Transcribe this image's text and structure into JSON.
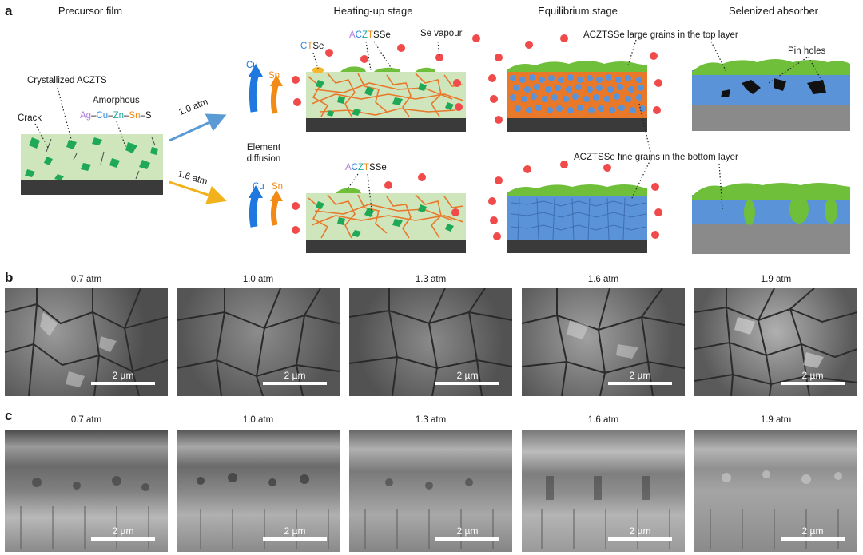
{
  "panel_a": {
    "label": "a",
    "stages": {
      "precursor": "Precursor film",
      "heating": "Heating-up stage",
      "equilibrium": "Equilibrium stage",
      "absorber": "Selenized absorber"
    },
    "precursor_annotations": {
      "crystallized": "Crystallized ACZTS",
      "amorphous": "Amorphous",
      "crack": "Crack",
      "composition": [
        {
          "text": "Ag",
          "color": "#b07ee0"
        },
        {
          "text": "–",
          "color": "#1a1a1a"
        },
        {
          "text": "Cu",
          "color": "#2e86de"
        },
        {
          "text": "–",
          "color": "#1a1a1a"
        },
        {
          "text": "Zn",
          "color": "#18a8a0"
        },
        {
          "text": "–",
          "color": "#1a1a1a"
        },
        {
          "text": "Sn",
          "color": "#f08a1c"
        },
        {
          "text": "–S",
          "color": "#1a1a1a"
        }
      ]
    },
    "pressures": {
      "top": "1.0 atm",
      "bottom": "1.6 atm"
    },
    "arrow_colors": {
      "top": "#5b9bd5",
      "bottom": "#f2b21c"
    },
    "element_diffusion": "Element diffusion",
    "cu_label": "Cu",
    "sn_label": "Sn",
    "ctse": [
      {
        "text": "C",
        "color": "#2e86de"
      },
      {
        "text": "T",
        "color": "#f08a1c"
      },
      {
        "text": "Se",
        "color": "#1a1a1a"
      }
    ],
    "aczts_se": [
      {
        "text": "A",
        "color": "#b07ee0"
      },
      {
        "text": "C",
        "color": "#2e86de"
      },
      {
        "text": "Z",
        "color": "#18a8a0"
      },
      {
        "text": "T",
        "color": "#f08a1c"
      },
      {
        "text": "SSe",
        "color": "#1a1a1a"
      }
    ],
    "se_vapour": "Se vapour",
    "large_grains": "ACZTSSe large grains in the top layer",
    "fine_grains": "ACZTSSe fine grains in the bottom layer",
    "pin_holes": "Pin holes",
    "colors": {
      "film": "#cfe6bd",
      "grain": "#1fa855",
      "substrate": "#3a3a3a",
      "top_layer": "#6fbf3a",
      "blue_grain": "#5b93d8",
      "orange": "#e8782a",
      "se_dot": "#f04a4a",
      "cu": "#1e78e0",
      "sn": "#f28a16"
    }
  },
  "panel_b": {
    "label": "b",
    "conditions": [
      "0.7 atm",
      "1.0 atm",
      "1.3 atm",
      "1.6 atm",
      "1.9 atm"
    ],
    "scale": "2 µm"
  },
  "panel_c": {
    "label": "c",
    "conditions": [
      "0.7 atm",
      "1.0 atm",
      "1.3 atm",
      "1.6 atm",
      "1.9 atm"
    ],
    "scale": "2 µm"
  }
}
